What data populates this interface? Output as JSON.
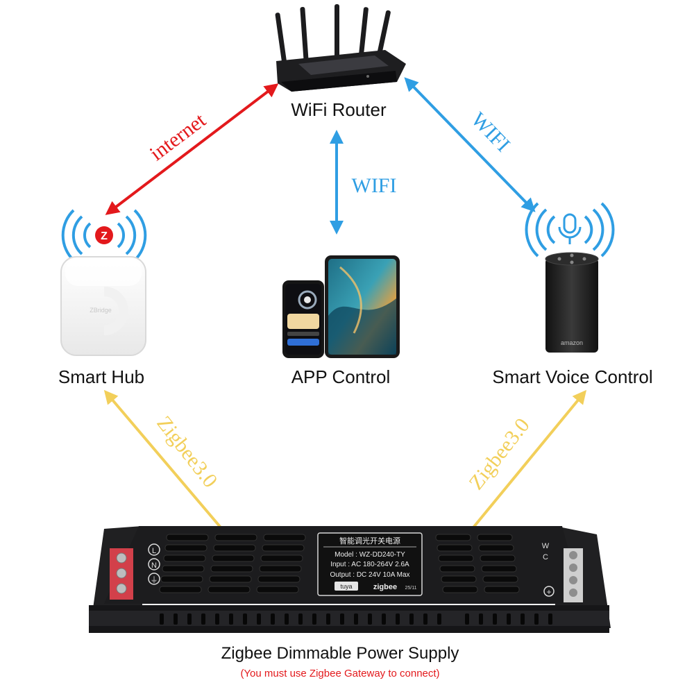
{
  "nodes": {
    "router": {
      "label": "WiFi Router"
    },
    "hub": {
      "label": "Smart Hub",
      "hub_badge": "Z",
      "device_text": "ZBridge"
    },
    "app": {
      "label": "APP Control"
    },
    "voice": {
      "label": "Smart Voice Control",
      "brand": "amazon"
    },
    "power_supply": {
      "label": "Zigbee Dimmable Power Supply",
      "note": "(You must use Zigbee Gateway to connect)",
      "plate": {
        "title": "智能调光开关电源",
        "model": "Model : WZ-DD240-TY",
        "input": "Input : AC 180-264V 2.6A",
        "output": "Output : DC 24V 10A Max",
        "tuya": "tuya",
        "zigbee": "zigbee",
        "code": "25/11"
      },
      "left_terminals": [
        "L",
        "N",
        "⏚"
      ],
      "right_terminals": [
        "W",
        "C",
        "+"
      ]
    }
  },
  "links": {
    "internet": "internet",
    "wifi_center": "WIFI",
    "wifi_right": "WIFI",
    "zigbee_left": "Zigbee3.0",
    "zigbee_right": "Zigbee3.0"
  },
  "colors": {
    "internet": "#e3191c",
    "wifi": "#2f9ee3",
    "zigbee": "#f2cf5a",
    "note": "#e3191c",
    "device_dark": "#1c1c1e"
  }
}
